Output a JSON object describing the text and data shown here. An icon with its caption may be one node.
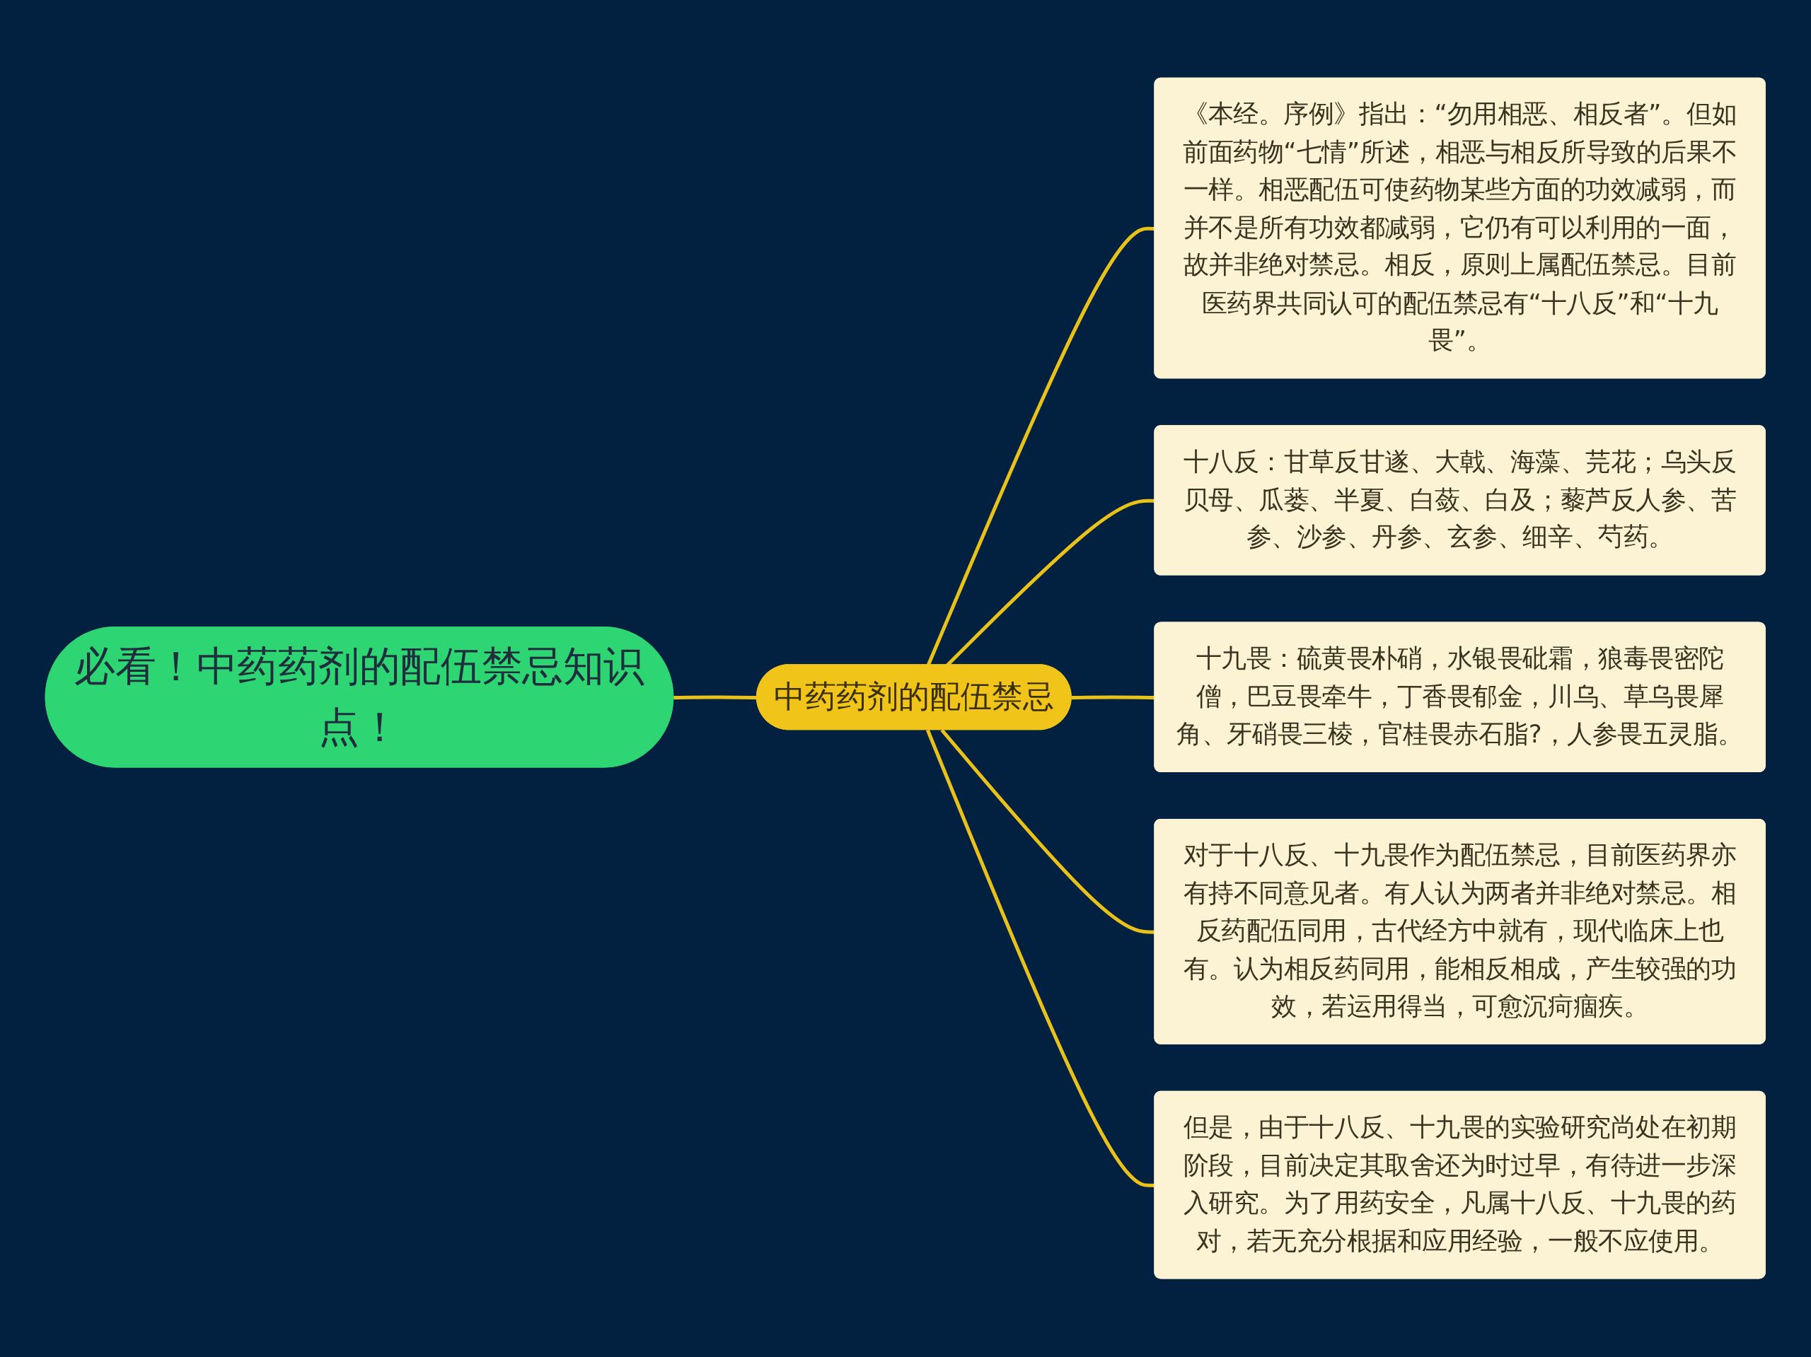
{
  "diagram": {
    "nodes": [
      {
        "text": [
          "必看！中药药剂的配伍禁忌知识点！"
        ]
      },
      {
        "text": [
          "中药药剂的配伍禁忌"
        ]
      },
      {
        "text": [
          "《本经。序例》指出：“勿用相恶、相反者”。但如前面药物“七情”所述，相恶与相反所导致的后果不一样。相恶配伍可使药物某些方面的功效减弱，而并不是所有功效都减弱，它仍有可以利用的一面，故并非绝对禁忌。相反，原则上属配伍禁忌。目前医药界共同认可的配伍禁忌有“十八反”和“十九畏”。"
        ]
      },
      {
        "text": [
          "十八反：甘草反甘遂、大戟、海藻、芫花；乌头反贝母、瓜蒌、半夏、白蔹、白及；藜芦反人参、苦参、沙参、丹参、玄参、细辛、芍药。"
        ]
      },
      {
        "text": [
          "十九畏：硫黄畏朴硝，水银畏砒霜，狼毒畏密陀僧，巴豆畏牵牛，丁香畏郁金，川乌、草乌畏犀角、牙硝畏三棱，官桂畏赤石脂?，人参畏五灵脂。"
        ]
      },
      {
        "text": [
          "对于十八反、十九畏作为配伍禁忌，目前医药界亦有持不同意见者。有人认为两者并非绝对禁忌。相反药配伍同用，古代经方中就有，现代临床上也有。认为相反药同用，能相反相成，产生较强的功效，若运用得当，可愈沉疴痼疾。"
        ]
      },
      {
        "text": [
          "但是，由于十八反、十九畏的实验研究尚处在初期阶段，目前决定其取舍还为时过早，有待进一步深入研究。为了用药安全，凡属十八反、十九畏的药对，若无充分根据和应用经验，一般不应使用。"
        ]
      }
    ],
    "edges": [
      {
        "from": 0,
        "to": 1,
        "arrow": "none"
      },
      {
        "from": 1,
        "to": 2,
        "arrow": "none"
      },
      {
        "from": 1,
        "to": 3,
        "arrow": "none"
      },
      {
        "from": 1,
        "to": 4,
        "arrow": "none"
      },
      {
        "from": 1,
        "to": 5,
        "arrow": "none"
      },
      {
        "from": 1,
        "to": 6,
        "arrow": "none"
      }
    ]
  }
}
